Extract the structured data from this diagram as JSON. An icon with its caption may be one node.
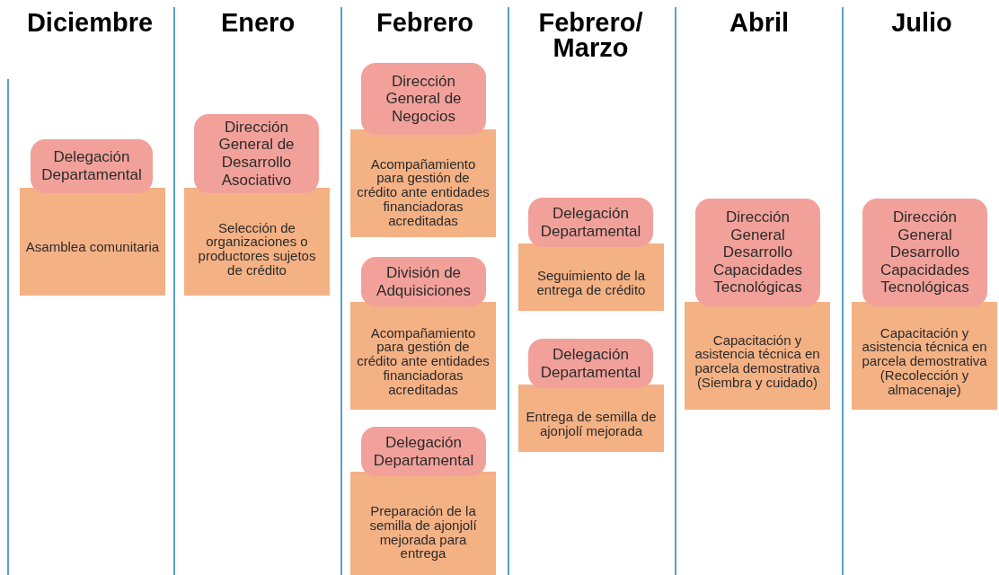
{
  "diagram": {
    "nodes": [
      {
        "text": [
          "Delegación Departamental"
        ]
      },
      {
        "text": [
          "Asamblea comunitaria"
        ]
      },
      {
        "text": [
          "Dirección General de Desarrollo Asociativo"
        ]
      },
      {
        "text": [
          "Selección de organizaciones o productores sujetos de crédito"
        ]
      },
      {
        "text": [
          "Dirección General de Negocios"
        ]
      },
      {
        "text": [
          "Acompañamiento para gestión de crédito ante entidades financiadoras acreditadas"
        ]
      },
      {
        "text": [
          "División de Adquisiciones"
        ]
      },
      {
        "text": [
          "Acompañamiento para gestión de crédito ante entidades financiadoras acreditadas"
        ]
      },
      {
        "text": [
          "Delegación Departamental"
        ]
      },
      {
        "text": [
          "Preparación de la semilla de ajonjolí mejorada para entrega"
        ]
      },
      {
        "text": [
          "Delegación Departamental"
        ]
      },
      {
        "text": [
          "Seguimiento de la entrega de crédito"
        ]
      },
      {
        "text": [
          "Delegación Departamental"
        ]
      },
      {
        "text": [
          "Entrega de semilla de ajonjolí mejorada"
        ]
      },
      {
        "text": [
          "Dirección General Desarrollo Capacidades Tecnológicas"
        ]
      },
      {
        "text": [
          "Capacitación y asistencia técnica en parcela demostrativa (Siembra y cuidado)"
        ]
      },
      {
        "text": [
          "Dirección General Desarrollo Capacidades Tecnológicas"
        ]
      },
      {
        "text": [
          "Capacitación y asistencia técnica en parcela demostrativa (Recolección y almacenaje)"
        ]
      }
    ],
    "labels": [
      "Diciembre",
      "Enero",
      "Febrero",
      "Febrero/ Marzo",
      "Abril",
      "Julio"
    ]
  }
}
